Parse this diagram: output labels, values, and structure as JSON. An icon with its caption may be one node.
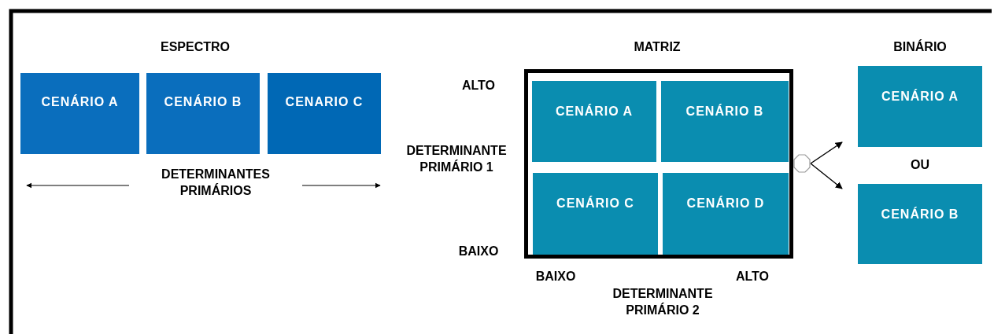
{
  "diagram": {
    "nodes": [
      {
        "text": [
          "CENÁRIO A"
        ]
      },
      {
        "text": [
          "CENÁRIO B"
        ]
      },
      {
        "text": [
          "CENARIO C"
        ]
      },
      {
        "text": [],
        "shape": "box"
      },
      {
        "text": [
          "CENÁRIO A"
        ],
        "in": 3
      },
      {
        "text": [
          "CENÁRIO B"
        ],
        "in": 3
      },
      {
        "text": [
          "CENÁRIO C"
        ],
        "in": 3
      },
      {
        "text": [
          "CENÁRIO D"
        ],
        "in": 3
      },
      {
        "text": [],
        "shape": "circle"
      },
      {
        "text": [
          "CENÁRIO A"
        ]
      },
      {
        "text": [
          "CENÁRIO B"
        ]
      }
    ],
    "edges": [
      {
        "from": 8,
        "to": 9,
        "arrow": "to"
      },
      {
        "from": 8,
        "to": 10,
        "arrow": "to"
      }
    ],
    "labels": [
      "ESPECTRO",
      "MATRIZ",
      "BINÁRIO",
      "ALTO",
      "DETERMINANTE PRIMÁRIO 1",
      "OU",
      "DETERMINANTES PRIMÁRIOS",
      "BAIXO",
      "BAIXO",
      "ALTO",
      "DETERMINANTE PRIMÁRIO 2"
    ]
  }
}
